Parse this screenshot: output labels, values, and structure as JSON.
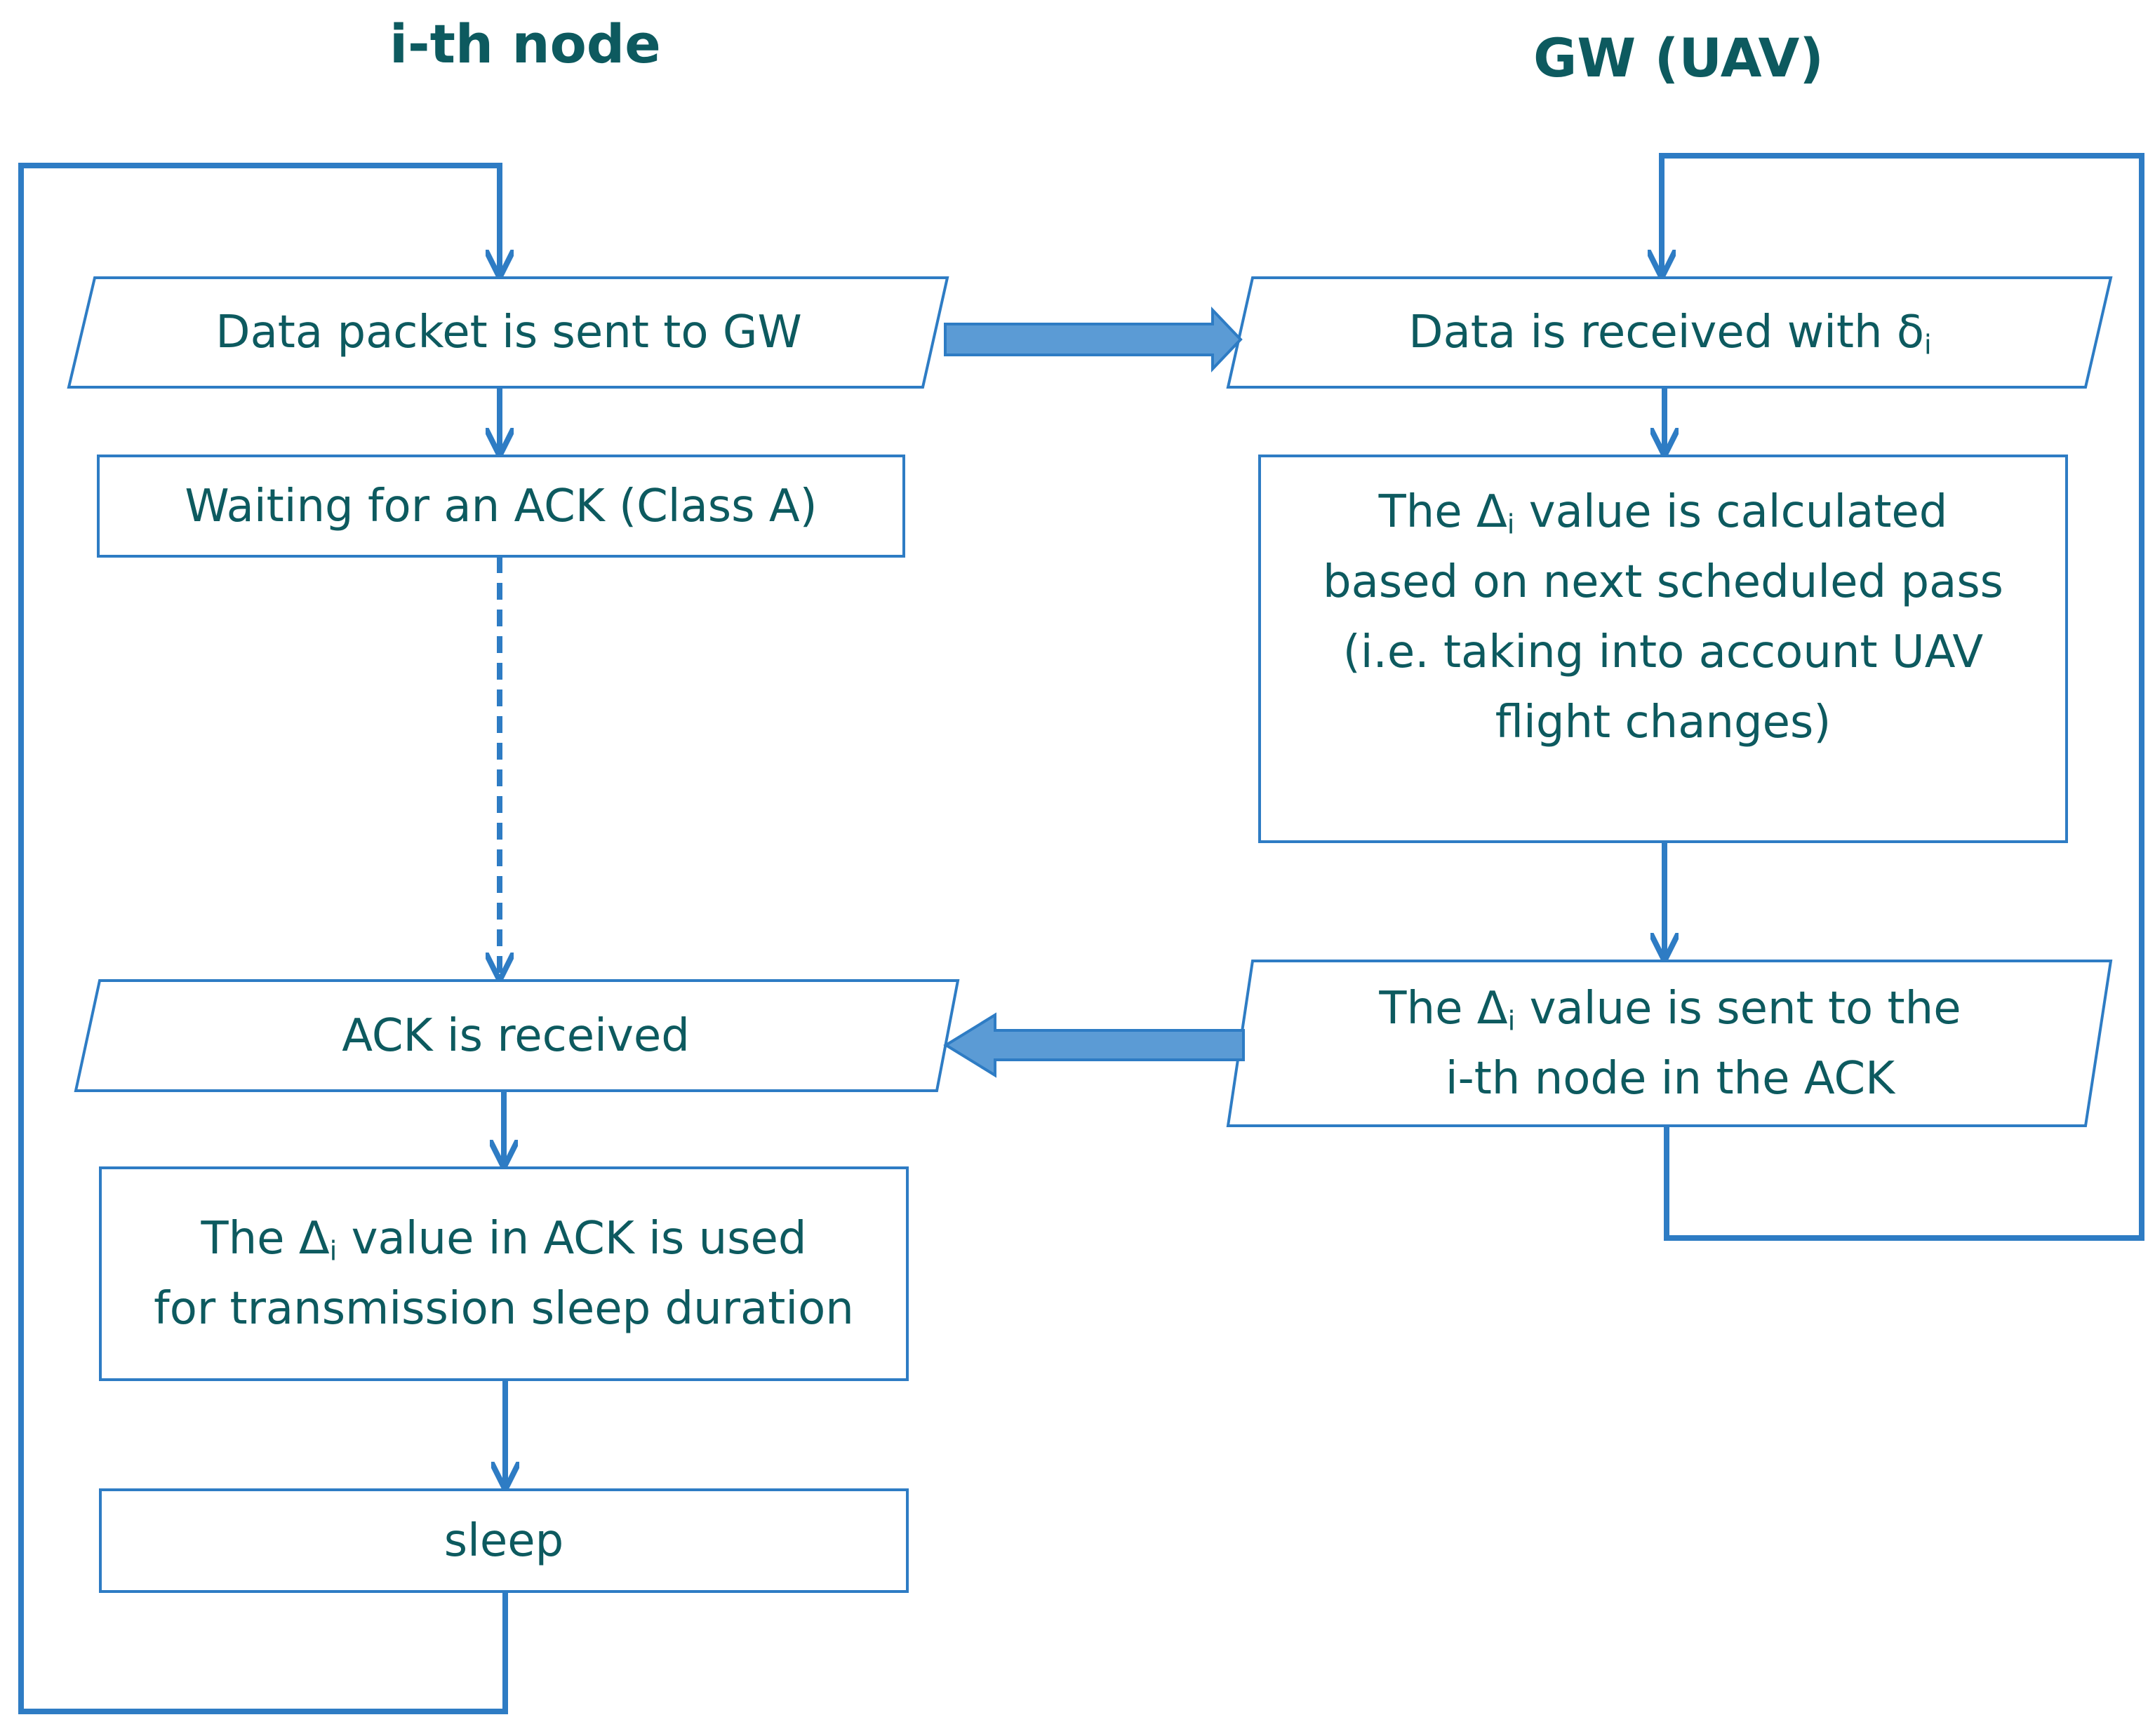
{
  "columns": {
    "left_title": "i-th node",
    "right_title": "GW (UAV)"
  },
  "nodes": {
    "data_sent": {
      "shape": "parallelogram",
      "lines": [
        "Data packet is sent to GW"
      ]
    },
    "waiting_ack": {
      "shape": "rectangle",
      "lines": [
        "Waiting for an ACK (Class A)"
      ]
    },
    "ack_received": {
      "shape": "parallelogram",
      "lines": [
        "ACK is received"
      ]
    },
    "delta_used": {
      "shape": "rectangle",
      "line1": {
        "prefix": "The  Δ",
        "sub": "i",
        "suffix": " value in ACK is used"
      },
      "line2": "for transmission sleep duration"
    },
    "sleep": {
      "shape": "rectangle",
      "lines": [
        "sleep"
      ]
    },
    "data_received": {
      "shape": "parallelogram",
      "line1": {
        "prefix": "Data is received with δ",
        "sub": "i",
        "suffix": ""
      }
    },
    "delta_calc": {
      "shape": "rectangle",
      "line1": {
        "prefix": "The Δ",
        "sub": "i",
        "suffix": " value is calculated"
      },
      "line2": "based on next scheduled pass",
      "line3": "(i.e. taking into account UAV",
      "line4": "flight changes)"
    },
    "delta_sent": {
      "shape": "parallelogram",
      "line1": {
        "prefix": "The Δ",
        "sub": "i",
        "suffix": " value is sent to the"
      },
      "line2": "i-th node in the ACK"
    }
  },
  "colors": {
    "stroke": "#2e7cc4",
    "text": "#0d5a5f",
    "arrow_fill": "#5b9bd5"
  }
}
